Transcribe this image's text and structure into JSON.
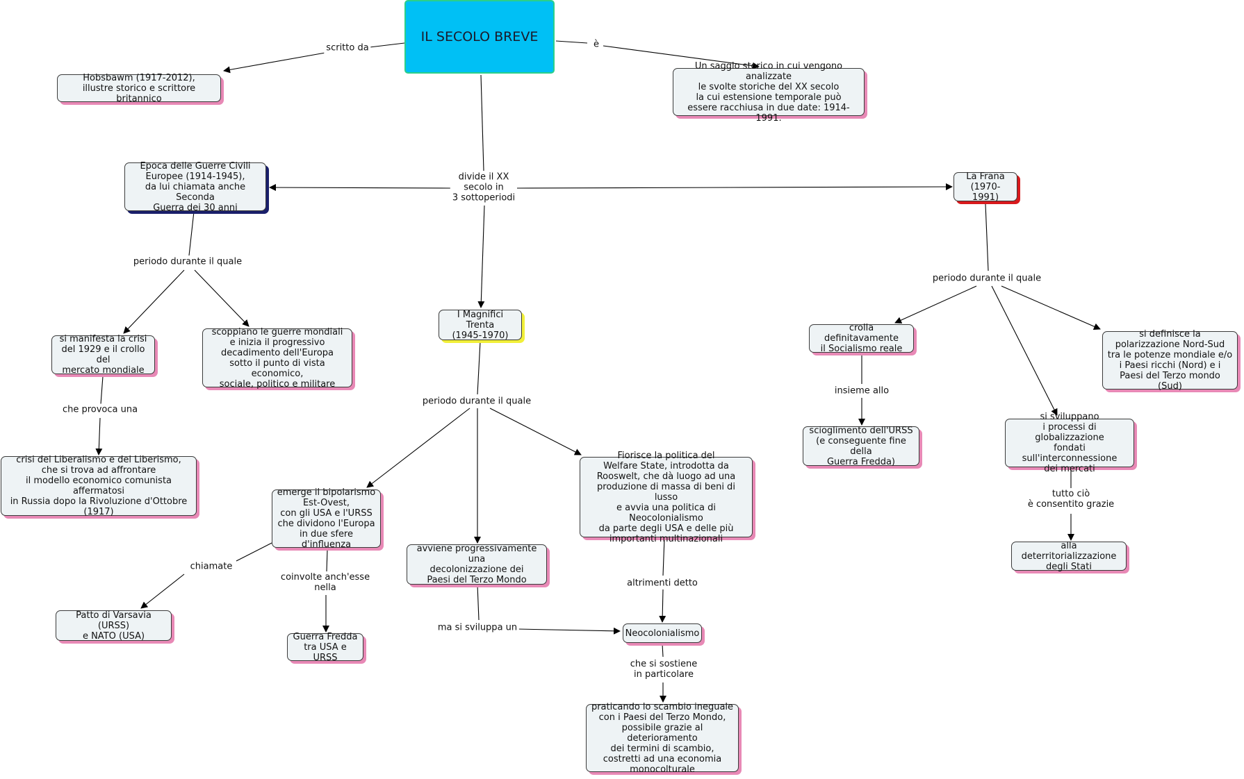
{
  "concept_map": {
    "nodes": {
      "root": "IL SECOLO BREVE",
      "hobsbawm": "Hobsbawm (1917-2012),\nillustre storico e scrittore britannico",
      "saggio": "Un saggio storico in cui vengono analizzate\nle svolte storiche del XX secolo\nla cui estensione temporale può\nessere racchiusa in due date: 1914-1991.",
      "epoca": "Epoca delle Guerre Civili\nEuropee (1914-1945),\nda lui chiamata anche Seconda\nGuerra dei 30 anni",
      "frana": "La Frana\n(1970-1991)",
      "magnifici": "I Magnifici Trenta\n(1945-1970)",
      "crisi1929": "si manifesta la crisi\ndel 1929 e il crollo del\nmercato mondiale",
      "guerre": "scoppiano le guerre mondiali\ne inizia il progressivo\ndecadimento dell'Europa\nsotto il punto di vista economico,\nsociale, politico e militare",
      "liberalismo": "crisi del Liberalismo e del Liberismo,\nche si trova ad affrontare\nil modello economico comunista affermatosi\nin Russia dopo la Rivoluzione d'Ottobre\n(1917)",
      "bipolarismo": "emerge il bipolarismo\nEst-Ovest,\ncon gli USA e l'URSS\nche dividono l'Europa\nin due sfere d'influenza",
      "decolonizzazione": "avviene progressivamente una\ndecolonizzazione dei\nPaesi del Terzo Mondo",
      "welfare": "Fiorisce la politica del\nWelfare State, introdotta da\nRooswelt, che dà luogo ad una\nproduzione di massa di beni di lusso\ne avvia una politica di Neocolonialismo\nda parte degli USA e delle più\nimportanti multinazionali",
      "patto": "Patto di Varsavia (URSS)\ne NATO (USA)",
      "guerrafredda": "Guerra Fredda\ntra USA e URSS",
      "neocolonialismo": "Neocolonialismo",
      "scambio": "praticando lo scambio ineguale\ncon i Paesi del Terzo Mondo,\npossibile grazie al deterioramento\ndei termini di scambio,\ncostretti ad una economia\nmonocolturale",
      "socialismo": "crolla definitavamente\nil Socialismo reale",
      "urss": "scioglimento dell'URSS\n(e conseguente fine della\nGuerra Fredda)",
      "globalizzazione": "si sviluppano\ni processi di globalizzazione\nfondati sull'interconnessione\ndei mercati",
      "polarizzazione": "si definisce la\npolarizzazione Nord-Sud\ntra le potenze mondiale e/o\ni Paesi ricchi (Nord) e i\nPaesi del Terzo mondo (Sud)",
      "deterritorializzazione": "alla deterritorializzazione\ndegli Stati"
    },
    "links": {
      "scritto_da": "scritto da",
      "e": "è",
      "divide": "divide il XX\nsecolo in\n3 sottoperiodi",
      "periodo_epoca": "periodo durante il quale",
      "periodo_frana": "periodo durante il quale",
      "periodo_magnifici": "periodo durante il quale",
      "provoca": "che provoca una",
      "chiamate": "chiamate",
      "coinvolte": "coinvolte anch'esse\nnella",
      "ma_sviluppa": "ma si sviluppa un",
      "altrimenti": "altrimenti detto",
      "sostiene": "che si sostiene\nin particolare",
      "insieme": "insieme allo",
      "consentito": "tutto ciò\nè consentito grazie"
    },
    "colors": {
      "root_fill": "#00c0f5",
      "node_fill": "#eef3f5",
      "shadow_default": "#e889b6",
      "shadow_epoca": "#1a1f6b",
      "shadow_frana": "#d8191c",
      "shadow_magnifici": "#f1ef3a"
    }
  }
}
